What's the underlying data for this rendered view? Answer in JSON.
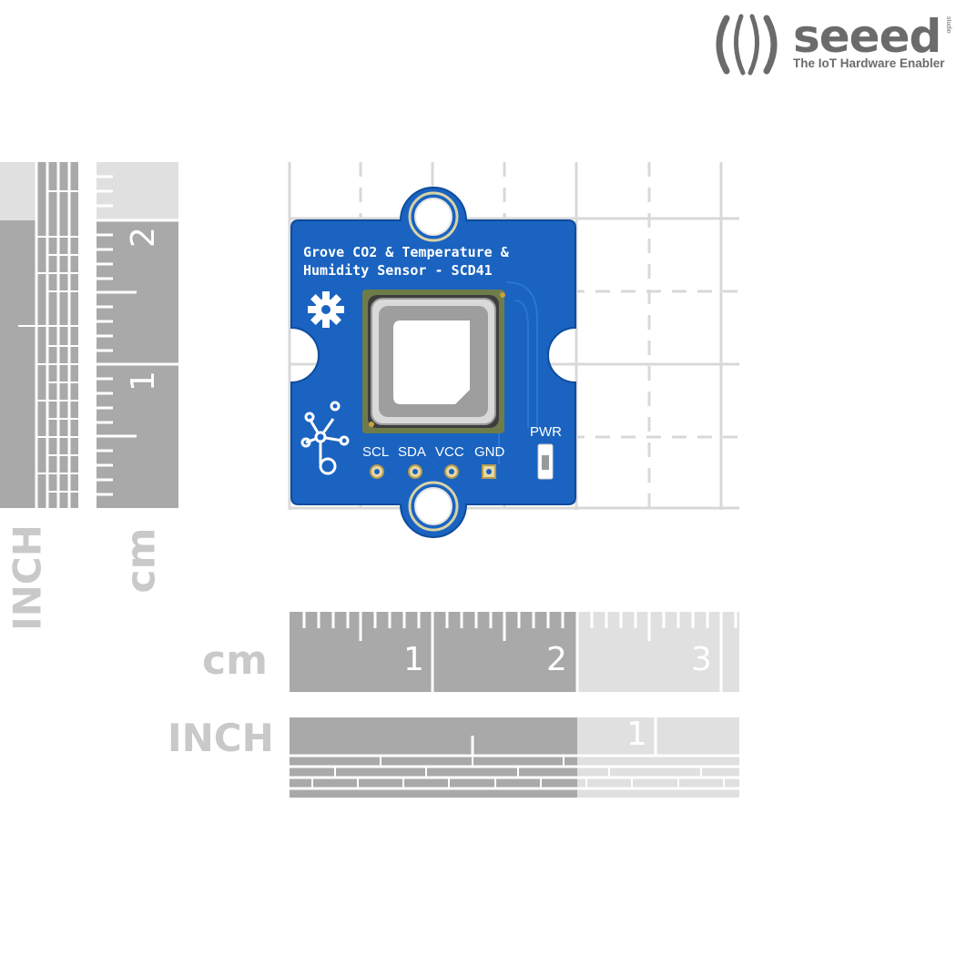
{
  "brand": {
    "name": "seeed",
    "tagline": "The IoT Hardware Enabler",
    "studio_mark": "studio",
    "color": "#6b6b6b"
  },
  "board": {
    "title_line1": "Grove CO2 & Temperature &",
    "title_line2": "Humidity Sensor - SCD41",
    "pins": [
      "SCL",
      "SDA",
      "VCC",
      "GND"
    ],
    "led_label": "PWR",
    "pcb_color": "#1565c0"
  },
  "rulers": {
    "vertical_cm_label": "cm",
    "vertical_inch_label": "INCH",
    "vertical_cm_ticks": [
      "1",
      "2"
    ],
    "horizontal_cm_label": "cm",
    "horizontal_cm_ticks": [
      "1",
      "2",
      "3"
    ],
    "horizontal_inch_label": "INCH",
    "horizontal_inch_ticks": [
      "1"
    ],
    "dark_gray": "#a9a9a9",
    "light_gray": "#e0e0e0"
  }
}
